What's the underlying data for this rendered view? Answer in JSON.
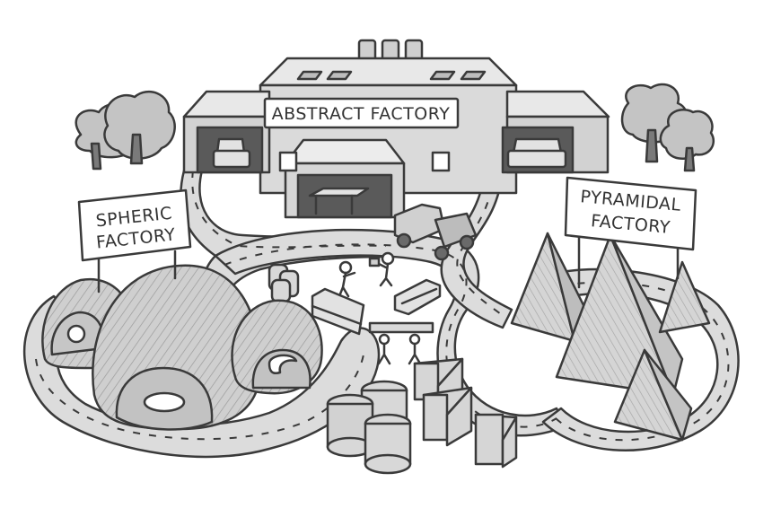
{
  "signs": {
    "abstract_factory": "ABSTRACT FACTORY",
    "spheric_factory_line1": "SPHERIC",
    "spheric_factory_line2": "FACTORY",
    "pyramidal_factory_line1": "PYRAMIDAL",
    "pyramidal_factory_line2": "FACTORY"
  },
  "colors": {
    "background": "#ffffff",
    "ink": "#3a3a3a",
    "light_gray": "#e6e6e6",
    "mid_gray": "#c8c8c8",
    "dark_gray": "#a0a0a0",
    "road": "#d9d9d9"
  }
}
